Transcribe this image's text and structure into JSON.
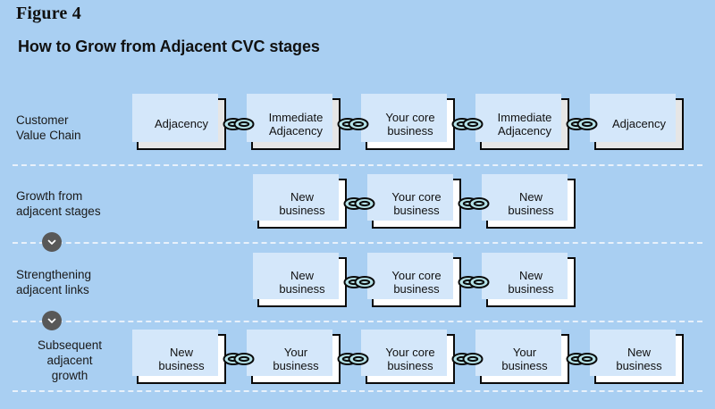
{
  "figure": {
    "label": "Figure 4",
    "title": "How to Grow from Adjacent CVC stages"
  },
  "colors": {
    "background": "#a9cff2",
    "node_fill_white": "#ffffff",
    "node_fill_gray": "#e6e6e6",
    "node_border": "#0a0a0a",
    "node_halo": "#d4e7fa",
    "chain_link": "#b4e2e8",
    "chain_link_outline": "#0a0a0a",
    "divider": "#e8f1fb",
    "chevron_badge": "#585858",
    "text": "#111111"
  },
  "rows": [
    {
      "label": "Customer\nValue Chain",
      "label_align": "left",
      "nodes": [
        {
          "text": "Adjacency",
          "fill": "gray"
        },
        {
          "text": "Immediate\nAdjacency",
          "fill": "gray"
        },
        {
          "text": "Your core\nbusiness",
          "fill": "white"
        },
        {
          "text": "Immediate\nAdjacency",
          "fill": "gray"
        },
        {
          "text": "Adjacency",
          "fill": "gray"
        }
      ],
      "link_count": 4
    },
    {
      "label": "Growth from\nadjacent stages",
      "label_align": "left",
      "nodes": [
        {
          "text": "New\nbusiness",
          "fill": "white"
        },
        {
          "text": "Your core\nbusiness",
          "fill": "white"
        },
        {
          "text": "New\nbusiness",
          "fill": "white"
        }
      ],
      "link_count": 2
    },
    {
      "label": "Strengthening\nadjacent links",
      "label_align": "left",
      "nodes": [
        {
          "text": "New\nbusiness",
          "fill": "white"
        },
        {
          "text": "Your core\nbusiness",
          "fill": "white"
        },
        {
          "text": "New\nbusiness",
          "fill": "white"
        }
      ],
      "link_count": 2
    },
    {
      "label": "Subsequent\nadjacent\ngrowth",
      "label_align": "center",
      "nodes": [
        {
          "text": "New\nbusiness",
          "fill": "white"
        },
        {
          "text": "Your\nbusiness",
          "fill": "white"
        },
        {
          "text": "Your core\nbusiness",
          "fill": "white"
        },
        {
          "text": "Your\nbusiness",
          "fill": "white"
        },
        {
          "text": "New\nbusiness",
          "fill": "white"
        }
      ],
      "link_count": 4
    }
  ],
  "icons": {
    "chevron": "chevron-down-icon",
    "chain": "chain-link-icon"
  }
}
